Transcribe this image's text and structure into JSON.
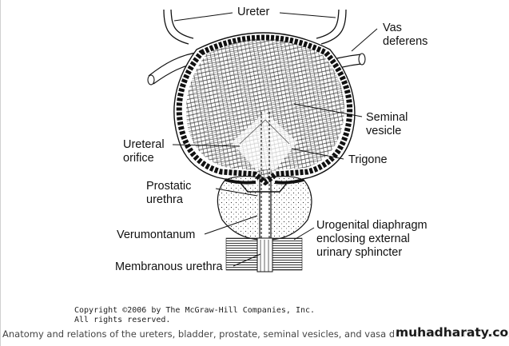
{
  "labels": {
    "ureter": "Ureter",
    "vas_deferens": [
      "Vas",
      "deferens"
    ],
    "seminal_vesicle": [
      "Seminal",
      "vesicle"
    ],
    "ureteral_orifice": [
      "Ureteral",
      "orifice"
    ],
    "trigone": "Trigone",
    "prostatic_urethra": [
      "Prostatic",
      "urethra"
    ],
    "verumontanum": "Verumontanum",
    "urogenital_diaphragm": [
      "Urogenital diaphragm",
      "enclosing external",
      "urinary sphincter"
    ],
    "membranous_urethra": "Membranous urethra"
  },
  "copyright": [
    "Copyright ©2006 by The McGraw-Hill Companies, Inc.",
    "All rights reserved."
  ],
  "caption": "Anatomy and relations of the ureters, bladder, prostate, seminal vesicles, and vasa deferentia (anterior view).",
  "watermark": "muhadharaty.com",
  "colors": {
    "ink": "#111111",
    "background": "#ffffff"
  }
}
